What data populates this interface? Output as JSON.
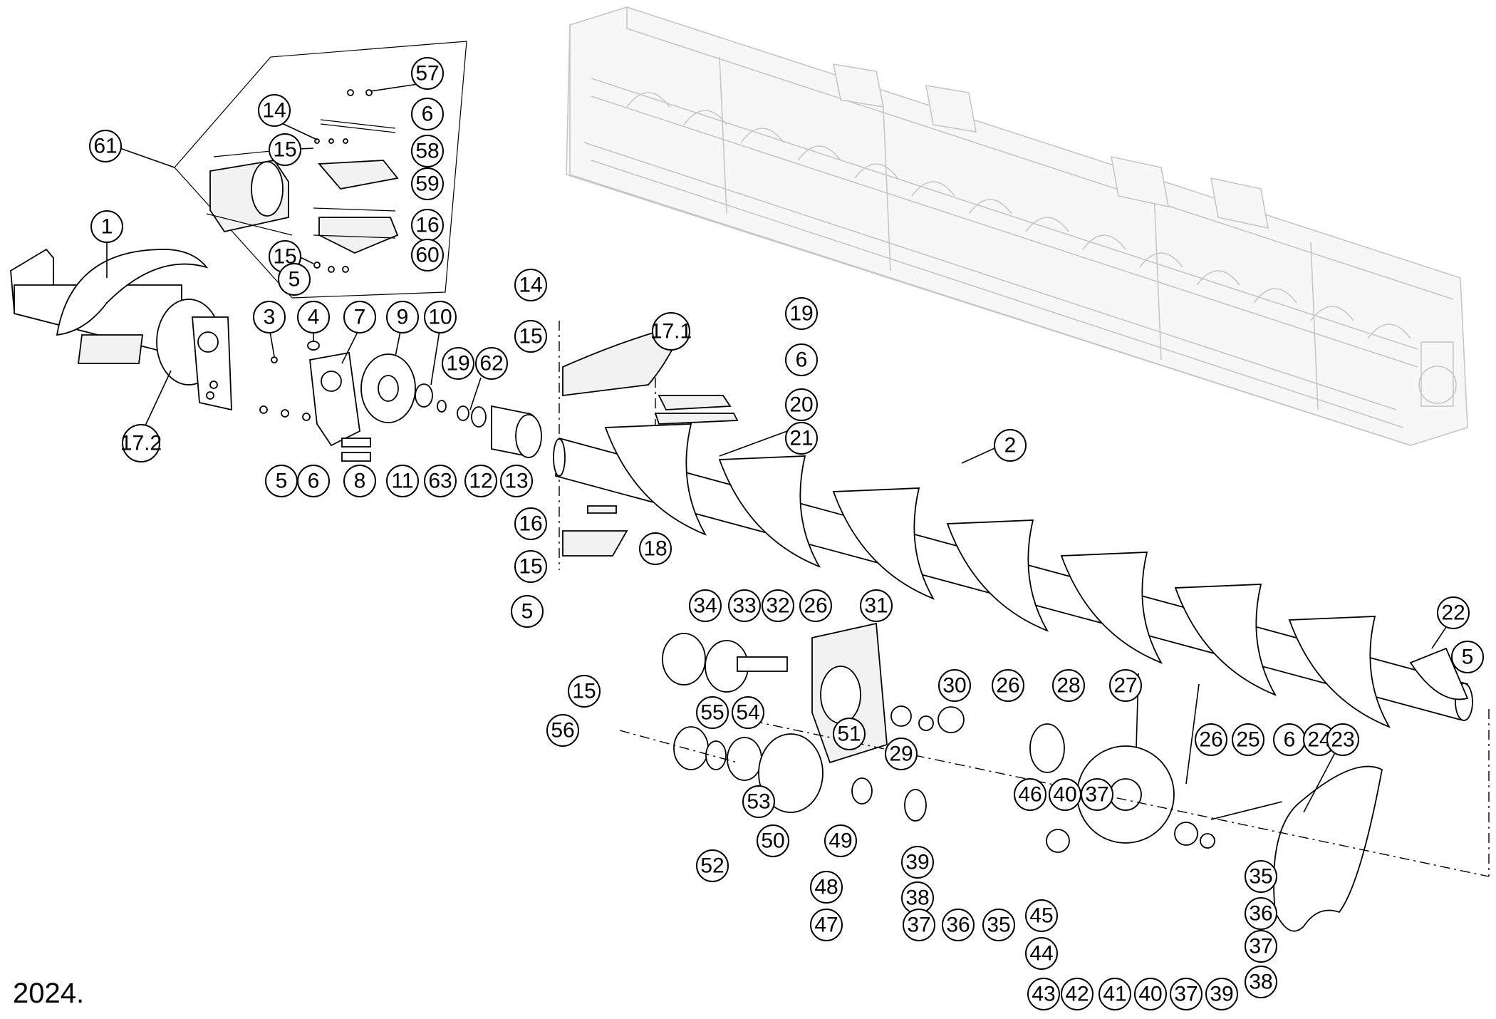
{
  "diagram": {
    "caption": "2024.",
    "callouts": [
      "1",
      "17.2",
      "61",
      "57",
      "14",
      "6",
      "58",
      "15",
      "59",
      "16",
      "15",
      "60",
      "5",
      "3",
      "4",
      "7",
      "9",
      "10",
      "19",
      "62",
      "5",
      "6",
      "8",
      "11",
      "63",
      "12",
      "13",
      "14",
      "15",
      "17.1",
      "19",
      "6",
      "20",
      "21",
      "2",
      "16",
      "18",
      "15",
      "5",
      "34",
      "33",
      "32",
      "26",
      "31",
      "22",
      "5",
      "30",
      "26",
      "28",
      "27",
      "15",
      "56",
      "55",
      "54",
      "29",
      "26",
      "25",
      "6",
      "24",
      "23",
      "51",
      "53",
      "46",
      "40",
      "37",
      "52",
      "50",
      "49",
      "39",
      "48",
      "38",
      "47",
      "37",
      "36",
      "35",
      "45",
      "44",
      "43",
      "42",
      "41",
      "40",
      "37",
      "39",
      "38",
      "37",
      "36",
      "35"
    ]
  }
}
